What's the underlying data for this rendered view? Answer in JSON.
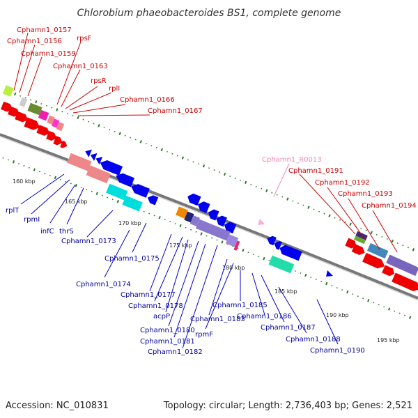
{
  "title": "Chlorobium phaeobacteroides BS1, complete genome",
  "footer": {
    "accession": "Accession: NC_010831",
    "stats": "Topology: circular; Length: 2,736,403 bp; Genes: 2,521"
  },
  "colors": {
    "forward_label": "#cc0000",
    "reverse_label": "#000099",
    "rna_label": "#ee88bb",
    "backbone": "#888888",
    "tick": "#2a7a2a"
  },
  "scale_labels": [
    "160 kbp",
    "165 kbp",
    "170 kbp",
    "175 kbp",
    "180 kbp",
    "185 kbp",
    "190 kbp",
    "195 kbp"
  ],
  "forward_genes": [
    "Cphamn1_0157",
    "Cphamn1_0156",
    "Cphamn1_0159",
    "rpsF",
    "Cphamn1_0163",
    "rpsR",
    "rplI",
    "Cphamn1_0166",
    "Cphamn1_0167",
    "Cphamn1_0191",
    "Cphamn1_0192",
    "Cphamn1_0193",
    "Cphamn1_0194"
  ],
  "rna_genes": [
    "Cphamn1_R0013"
  ],
  "reverse_genes": [
    "rplT",
    "rpmI",
    "infC",
    "thrS",
    "Cphamn1_0173",
    "Cphamn1_0175",
    "Cphamn1_0174",
    "Cphamn1_0177",
    "Cphamn1_0178",
    "acpP",
    "Cphamn1_0180",
    "Cphamn1_0181",
    "Cphamn1_0182",
    "Cphamn1_0183",
    "rpmF",
    "Cphamn1_0185",
    "Cphamn1_0186",
    "Cphamn1_0187",
    "Cphamn1_0188",
    "Cphamn1_0190"
  ]
}
